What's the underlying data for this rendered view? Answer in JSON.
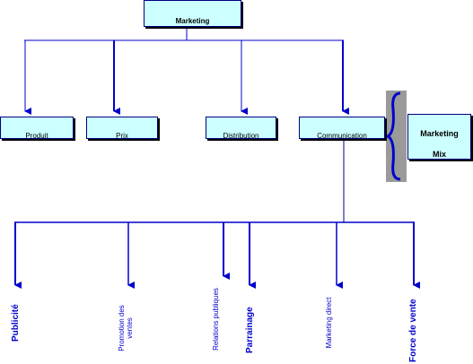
{
  "diagram": {
    "top_box": {
      "label": "Marketing"
    },
    "mix_boxes": [
      {
        "label": "Produit"
      },
      {
        "label": "Prix"
      },
      {
        "label": "Distribution"
      },
      {
        "label": "Communication"
      }
    ],
    "marketing_mix": {
      "line1": "Marketing",
      "line2": "Mix"
    },
    "communication_tools": [
      {
        "label": "Publicité"
      },
      {
        "label": "Promotion des ventes"
      },
      {
        "label": "Relations publiques"
      },
      {
        "label": "Parrainage"
      },
      {
        "label": "Marketing direct"
      },
      {
        "label": "Force de vente"
      }
    ],
    "colors": {
      "line": "#0000cc",
      "box_fill": "#ccffff",
      "box_border": "#000080",
      "brace": "#0000cc"
    }
  }
}
